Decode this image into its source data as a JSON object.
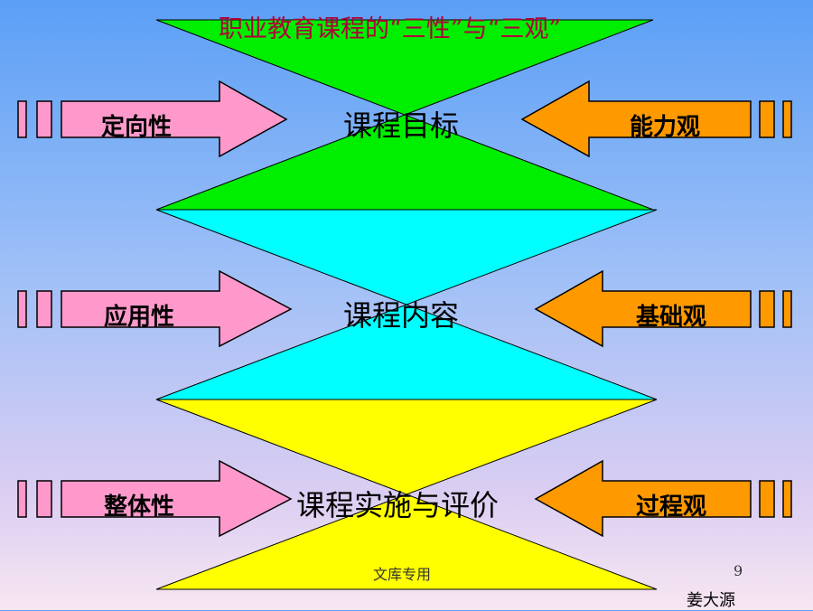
{
  "title": "职业教育课程的“三性”与“三观”",
  "rows": [
    {
      "center": "课程目标",
      "left": "定向性",
      "right": "能力观",
      "fill": "#00ee00"
    },
    {
      "center": "课程内容",
      "left": "应用性",
      "right": "基础观",
      "fill": "#00ffff"
    },
    {
      "center": "课程实施与评价",
      "left": "整体性",
      "right": "过程观",
      "fill": "#ffff00"
    }
  ],
  "colors": {
    "left_arrow": "#ff99cc",
    "right_arrow": "#ff9900",
    "title": "#b0003a"
  },
  "footer": {
    "center_text": "文库专用",
    "page_number": "9",
    "author": "姜大源"
  }
}
